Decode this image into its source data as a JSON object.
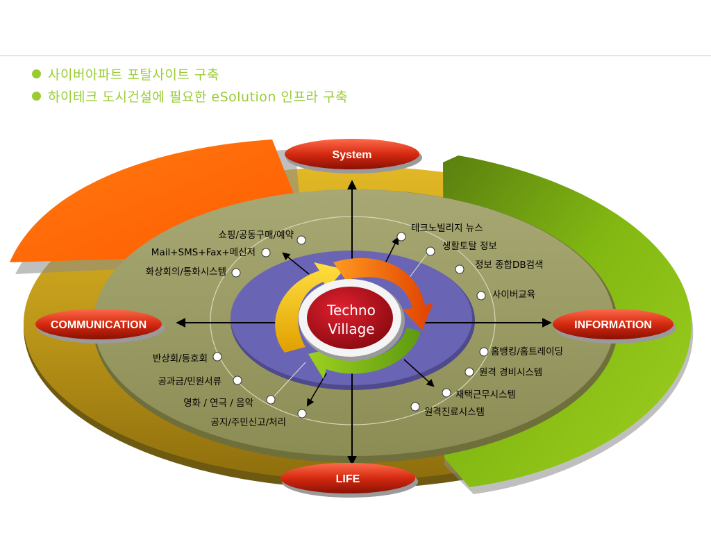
{
  "bullets": [
    "사이버아파트 포탈사이트 구축",
    "하이테크 도시건설에 필요한 eSolution  인프라 구축"
  ],
  "center": {
    "line1": "Techno",
    "line2": "Village"
  },
  "axes": {
    "system": "System",
    "communication": "COMMUNICATION",
    "information": "INFORMATION",
    "life": "LIFE"
  },
  "communication_items": [
    "쇼핑/공동구매/예약",
    "Mail+SMS+Fax+메신저",
    "화상회의/통화시스템"
  ],
  "information_items": [
    "테크노빌리지 뉴스",
    "생활토탈 정보",
    "정보 종합DB검색",
    "사이버교육"
  ],
  "life_items": [
    "반상회/동호회",
    "공과금/민원서류",
    "영화 / 연극 / 음악",
    "공지/주민신고/처리"
  ],
  "system_items": [
    "홈뱅킹/홈트레이딩",
    "원격 경비시스템",
    "재택근무시스템",
    "원격진료시스템"
  ],
  "colors": {
    "accent_green": "#99cc33",
    "orange_sector": "#ff6600",
    "green_sector": "#7fb510",
    "gold_ring": "#c9a21a",
    "olive_disc": "#9a9a60",
    "blue_ring": "#6a64b5",
    "pill_red": "#c8200e"
  }
}
